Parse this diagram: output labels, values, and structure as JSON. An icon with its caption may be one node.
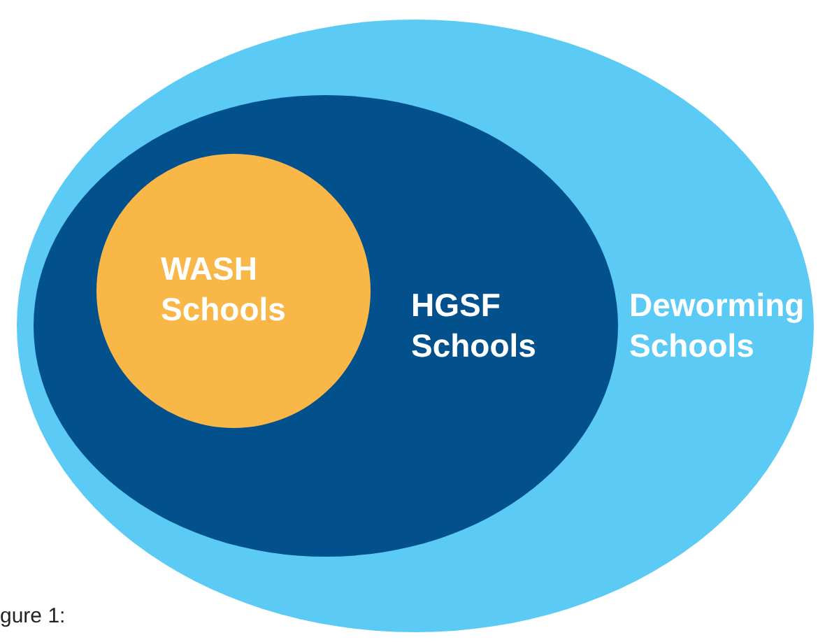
{
  "diagram": {
    "nodes": [
      {
        "text": [
          "Deworming Schools"
        ]
      },
      {
        "text": [
          "HGSF Schools"
        ],
        "in": 0
      },
      {
        "text": [
          "WASH Schools"
        ],
        "in": 1
      }
    ],
    "labels": [
      "gure 1:"
    ]
  }
}
